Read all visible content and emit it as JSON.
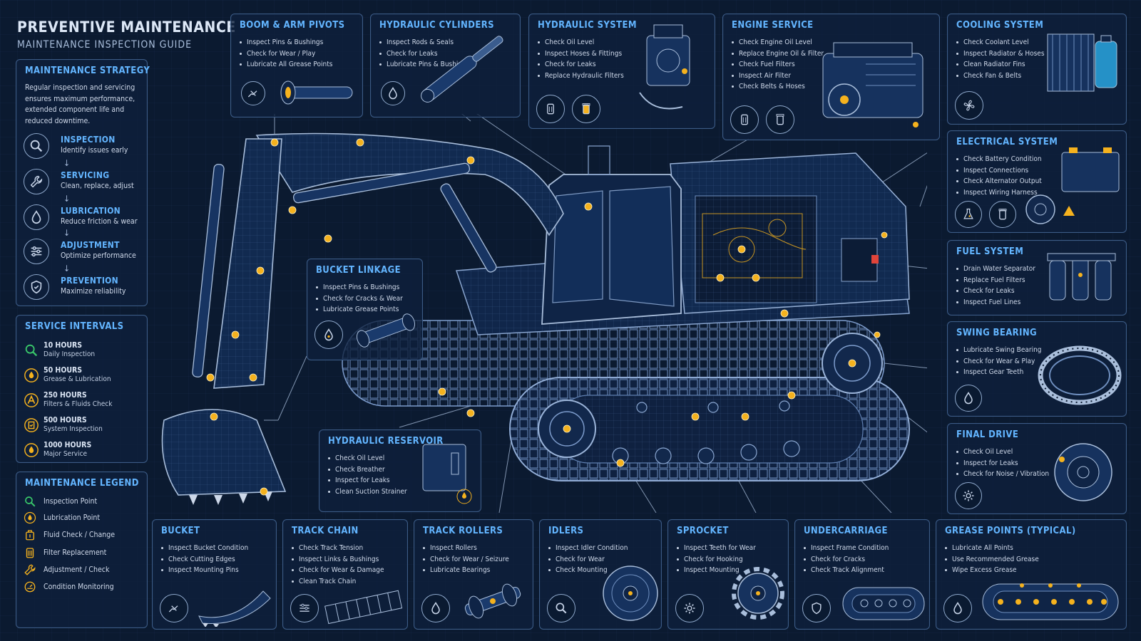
{
  "header": {
    "title": "PREVENTIVE MAINTENANCE",
    "subtitle": "MAINTENANCE INSPECTION GUIDE"
  },
  "strategy": {
    "title": "MAINTENANCE STRATEGY",
    "text": "Regular inspection and servicing ensures maximum performance, extended component life and reduced downtime.",
    "steps": [
      {
        "name": "INSPECTION",
        "desc": "Identify issues early",
        "icon": "magnifier-icon"
      },
      {
        "name": "SERVICING",
        "desc": "Clean, replace, adjust",
        "icon": "wrench-icon"
      },
      {
        "name": "LUBRICATION",
        "desc": "Reduce friction & wear",
        "icon": "oil-drop-icon"
      },
      {
        "name": "ADJUSTMENT",
        "desc": "Optimize performance",
        "icon": "sliders-icon"
      },
      {
        "name": "PREVENTION",
        "desc": "Maximize reliability",
        "icon": "shield-icon"
      }
    ]
  },
  "intervals": {
    "title": "SERVICE INTERVALS",
    "items": [
      {
        "hours": "10 HOURS",
        "desc": "Daily Inspection",
        "icon": "magnifier-icon"
      },
      {
        "hours": "50 HOURS",
        "desc": "Grease & Lubrication",
        "icon": "grease-drop-icon"
      },
      {
        "hours": "250 HOURS",
        "desc": "Filters & Fluids Check",
        "icon": "funnel-icon"
      },
      {
        "hours": "500 HOURS",
        "desc": "System Inspection",
        "icon": "checklist-icon"
      },
      {
        "hours": "1000 HOURS",
        "desc": "Major Service",
        "icon": "service-drop-icon"
      }
    ]
  },
  "legend": {
    "title": "MAINTENANCE LEGEND",
    "items": [
      {
        "label": "Inspection Point",
        "icon": "magnifier-icon"
      },
      {
        "label": "Lubrication Point",
        "icon": "grease-drop-icon"
      },
      {
        "label": "Fluid Check / Change",
        "icon": "fluid-can-icon"
      },
      {
        "label": "Filter Replacement",
        "icon": "filter-icon"
      },
      {
        "label": "Adjustment / Check",
        "icon": "wrench-icon"
      },
      {
        "label": "Condition Monitoring",
        "icon": "monitor-gauge-icon"
      }
    ]
  },
  "panels": {
    "boom": {
      "title": "BOOM & ARM PIVOTS",
      "items": [
        "Inspect Pins & Bushings",
        "Check for Wear / Play",
        "Lubricate All Grease Points"
      ]
    },
    "cylinders": {
      "title": "HYDRAULIC CYLINDERS",
      "items": [
        "Inspect Rods & Seals",
        "Check for Leaks",
        "Lubricate Pins & Bushings"
      ]
    },
    "hydsys": {
      "title": "HYDRAULIC SYSTEM",
      "items": [
        "Check Oil Level",
        "Inspect Hoses & Fittings",
        "Check for Leaks",
        "Replace Hydraulic Filters"
      ]
    },
    "engine": {
      "title": "ENGINE SERVICE",
      "items": [
        "Check Engine Oil Level",
        "Replace Engine Oil & Filter",
        "Check Fuel Filters",
        "Inspect Air Filter",
        "Check Belts & Hoses"
      ]
    },
    "cooling": {
      "title": "COOLING SYSTEM",
      "items": [
        "Check Coolant Level",
        "Inspect Radiator & Hoses",
        "Clean Radiator Fins",
        "Check Fan & Belts"
      ]
    },
    "electrical": {
      "title": "ELECTRICAL SYSTEM",
      "items": [
        "Check Battery Condition",
        "Inspect Connections",
        "Check Alternator Output",
        "Inspect Wiring Harness"
      ]
    },
    "fuel": {
      "title": "FUEL SYSTEM",
      "items": [
        "Drain Water Separator",
        "Replace Fuel Filters",
        "Check for Leaks",
        "Inspect Fuel Lines"
      ]
    },
    "swing": {
      "title": "SWING BEARING",
      "items": [
        "Lubricate Swing Bearing",
        "Check for Wear & Play",
        "Inspect Gear Teeth"
      ]
    },
    "finaldrive": {
      "title": "FINAL DRIVE",
      "items": [
        "Check Oil Level",
        "Inspect for Leaks",
        "Check for Noise / Vibration"
      ]
    },
    "linkage": {
      "title": "BUCKET LINKAGE",
      "items": [
        "Inspect Pins & Bushings",
        "Check for Cracks & Wear",
        "Lubricate Grease Points"
      ]
    },
    "reservoir": {
      "title": "HYDRAULIC RESERVOIR",
      "items": [
        "Check Oil Level",
        "Check Breather",
        "Inspect for Leaks",
        "Clean Suction Strainer"
      ]
    },
    "bucket": {
      "title": "BUCKET",
      "items": [
        "Inspect Bucket Condition",
        "Check Cutting Edges",
        "Inspect Mounting Pins"
      ]
    },
    "trackchain": {
      "title": "TRACK CHAIN",
      "items": [
        "Check Track Tension",
        "Inspect Links & Bushings",
        "Check for Wear & Damage",
        "Clean Track Chain"
      ]
    },
    "rollers": {
      "title": "TRACK ROLLERS",
      "items": [
        "Inspect Rollers",
        "Check for Wear / Seizure",
        "Lubricate Bearings"
      ]
    },
    "idlers": {
      "title": "IDLERS",
      "items": [
        "Inspect Idler Condition",
        "Check for Wear",
        "Check Mounting"
      ]
    },
    "sprocket": {
      "title": "SPROCKET",
      "items": [
        "Inspect Teeth for Wear",
        "Check for Hooking",
        "Inspect Mounting"
      ]
    },
    "undercarriage": {
      "title": "UNDERCARRIAGE",
      "items": [
        "Inspect Frame Condition",
        "Check for Cracks",
        "Check Track Alignment"
      ]
    },
    "grease": {
      "title": "GREASE POINTS (TYPICAL)",
      "items": [
        "Lubricate All Points",
        "Use Recommended Grease",
        "Wipe Excess Grease"
      ]
    }
  },
  "colors": {
    "accent": "#63b5ff",
    "grease": "#f5b21e",
    "panel_border": "#3c5b86",
    "background": "#0b1a30"
  }
}
